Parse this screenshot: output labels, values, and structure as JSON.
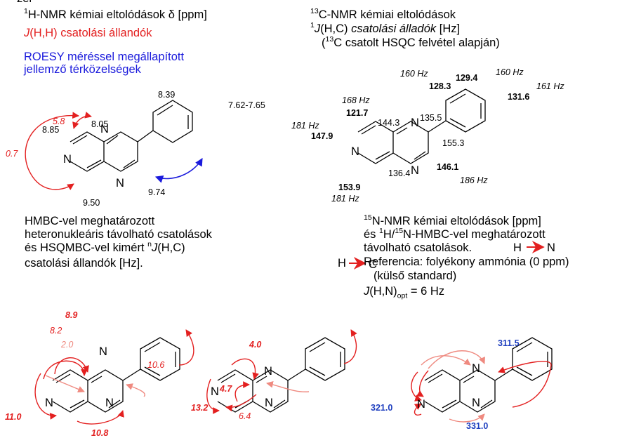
{
  "header": {
    "title_top": "zer",
    "h_nmr_line": {
      "sup": "1",
      "text": "H-NMR kémiai eltolódások δ [ppm]"
    },
    "jhh_line": {
      "italic": "J",
      "text": "(H,H) csatolási állandók"
    },
    "roesy_line1": "ROESY méréssel megállapított",
    "roesy_line2": "jellemző térközelségek"
  },
  "c13_header": {
    "line1": {
      "sup": "13",
      "text": "C-NMR kémiai eltolódások"
    },
    "line2": {
      "sup": "1",
      "italic_j": "J",
      "text": "(H,C) ",
      "italic_rest": "csatolási álladók",
      "tail": " [Hz]"
    },
    "line3": {
      "open": "(",
      "sup": "13",
      "text": "C csatolt HSQC felvétel alapján)"
    }
  },
  "h_nmr_values": {
    "h8": "8.39",
    "ph": "7.62-7.65",
    "h8b": "8.05",
    "h7": "8.85",
    "h3": "9.74",
    "h5": "9.50",
    "j58": "5.8",
    "j07": "0.7"
  },
  "atoms": {
    "n": "N"
  },
  "c13_values": {
    "c_ortho": "128.3",
    "c_meta": "129.4",
    "c_para": "131.6",
    "c_ipso": "135.5",
    "c8": "121.7",
    "c8a": "144.3",
    "c7": "147.9",
    "c2": "155.3",
    "c3": "146.1",
    "c4a": "136.4",
    "c5": "153.9",
    "j_ortho": "160 Hz",
    "j_meta": "160 Hz",
    "j_para": "161 Hz",
    "j8": "168 Hz",
    "j7": "181 Hz",
    "j3": "186 Hz",
    "j5": "181 Hz"
  },
  "hmbc_text": {
    "line1": "HMBC-vel meghatározott",
    "line2": "heteronukleáris távolható csatolások",
    "line3_a": "és HSQMBC-vel kimért ",
    "line3_sup": "n",
    "line3_j": "J",
    "line3_b": "(H,C)",
    "line4": "csatolási állandók [Hz].",
    "line4_h": "H",
    "line4_c": "C"
  },
  "n15_text": {
    "line1_sup": "15",
    "line1": "N-NMR kémiai eltolódások [ppm]",
    "line2_a": "és ",
    "line2_sup1": "1",
    "line2_b": "H/",
    "line2_sup2": "15",
    "line2_c": "N-HMBC-vel meghatározott",
    "line3": "távolható csatolások.",
    "line3_h": "H",
    "line3_n": "N",
    "line4": "Referencia: folyékony ammónia (0 ppm)",
    "line5": "(külső standard)",
    "line6_j": "J",
    "line6_a": "(H,N)",
    "line6_sub": "opt",
    "line6_b": " = 6 Hz"
  },
  "hmbc1_values": {
    "a": "8.9",
    "b": "8.2",
    "c": "2.0",
    "d": "10.6",
    "e": "11.0",
    "f": "10.8"
  },
  "hmbc2_values": {
    "a": "4.0",
    "b": "4.7",
    "c": "13.2",
    "d": "6.4"
  },
  "n15_values": {
    "n1": "311.5",
    "n6": "321.0",
    "n4": "331.0"
  },
  "colors": {
    "red": "#e32020",
    "blue": "#1a1adc",
    "pink": "#ef8a80",
    "navy": "#1f3fbf"
  }
}
